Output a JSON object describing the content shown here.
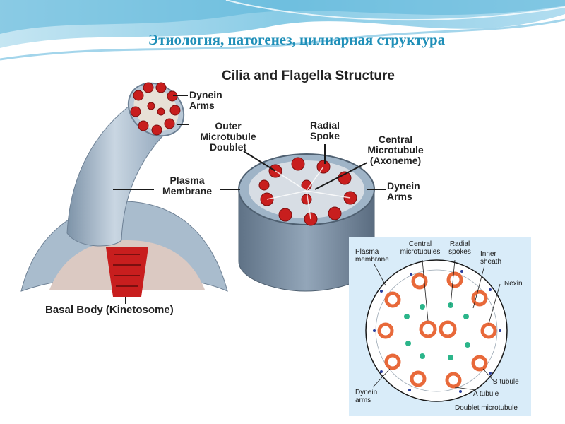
{
  "slide": {
    "title": "Этиология, патогенез, цилиарная структура"
  },
  "figure": {
    "title": "Cilia and Flagella Structure",
    "labels": {
      "dynein_arms_top": "Dynein Arms",
      "outer_doublet": "Outer Microtubule Doublet",
      "plasma_membrane": "Plasma Membrane",
      "radial_spoke": "Radial Spoke",
      "central_microtubule": "Central Microtubule (Axoneme)",
      "dynein_arms_right": "Dynein Arms",
      "basal_body": "Basal Body (Kinetosome)"
    }
  },
  "inset": {
    "labels": {
      "plasma_membrane": "Plasma membrane",
      "central_microtubules": "Central microtubules",
      "radial_spokes": "Radial spokes",
      "inner_sheath": "Inner sheath",
      "nexin": "Nexin",
      "dynein_arms": "Dynein arms",
      "b_tubule": "B tubule",
      "a_tubule": "A tubule",
      "doublet_microtubule": "Doublet microtubule"
    }
  },
  "colors": {
    "title": "#1f8fb8",
    "membrane": "#9fb4c7",
    "microtubule": "#c81e1e",
    "inset_bg": "#d9ecf9",
    "inset_ring": "#e8693a",
    "inset_dot": "#2bb58a"
  },
  "icons": [
    "cilium-illustration",
    "axoneme-cross-section-icon",
    "inset-cross-section-diagram"
  ]
}
